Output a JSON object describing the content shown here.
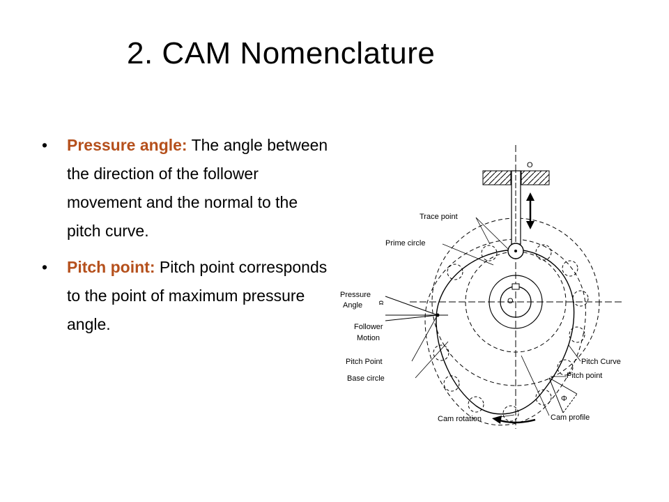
{
  "slide": {
    "title": "2. CAM Nomenclature",
    "bullets": [
      {
        "term": "Pressure angle:",
        "text": "The angle between the direction of the follower movement and the normal to the pitch curve."
      },
      {
        "term": "Pitch point:",
        "text": "Pitch point corresponds to the point of maximum pressure angle."
      }
    ]
  },
  "diagram": {
    "labels": {
      "top_o": "O",
      "center_o": "O",
      "trace_point": "Trace point",
      "prime_circle": "Prime circle",
      "pressure_angle_1": "Pressure",
      "pressure_angle_2": "Angle",
      "follower_motion_1": "Follower",
      "follower_motion_2": "Motion",
      "pitch_point_left": "Pitch Point",
      "base_circle": "Base circle",
      "pitch_curve": "Pitch Curve",
      "pitch_point_right": "Pitch point",
      "cam_profile": "Cam profile",
      "cam_rotation": "Cam rotation",
      "alpha_symbol": "α",
      "phi_symbol": "Φ"
    }
  }
}
